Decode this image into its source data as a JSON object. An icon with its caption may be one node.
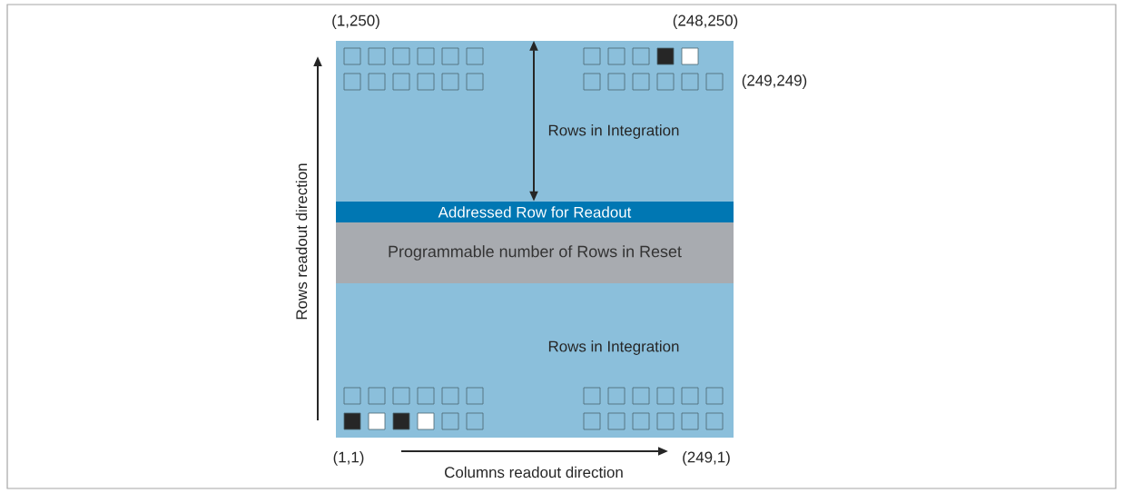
{
  "diagram": {
    "nodes": [
      {
        "text": [],
        "shape": "box"
      },
      {
        "text": [
          "Addressed Row for Readout"
        ],
        "in": 0
      },
      {
        "text": [
          "Programmable number of Rows in Reset"
        ],
        "in": 0
      }
    ],
    "edges": [
      {
        "from": 0,
        "to": 1,
        "arrow": "both"
      }
    ],
    "labels": [
      "(1,250)",
      "(248,250)",
      "(249,249)",
      "Rows in Integration",
      "Rows readout direction",
      "Rows in Integration",
      "(1,1)",
      "(249,1)",
      "Columns readout direction"
    ]
  }
}
